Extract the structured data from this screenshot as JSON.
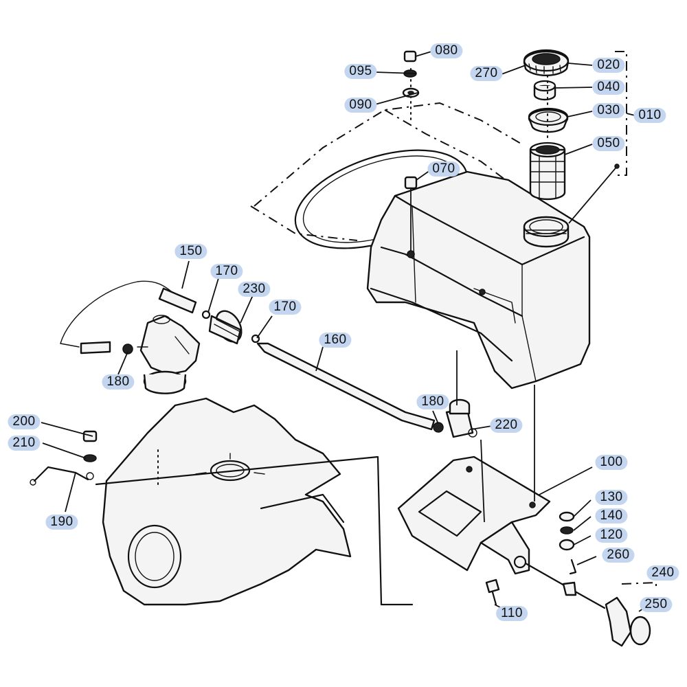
{
  "diagram": {
    "callout_color": "#c4d6ef",
    "line_color": "#111111",
    "callouts": {
      "c080": "080",
      "c095": "095",
      "c090": "090",
      "c270": "270",
      "c020": "020",
      "c040": "040",
      "c030": "030",
      "c010": "010",
      "c050": "050",
      "c070": "070",
      "c150": "150",
      "c170a": "170",
      "c230": "230",
      "c170b": "170",
      "c160": "160",
      "c180a": "180",
      "c180b": "180",
      "c220": "220",
      "c100": "100",
      "c200": "200",
      "c210": "210",
      "c190": "190",
      "c130": "130",
      "c140": "140",
      "c120": "120",
      "c260": "260",
      "c240": "240",
      "c250": "250",
      "c110": "110"
    }
  }
}
